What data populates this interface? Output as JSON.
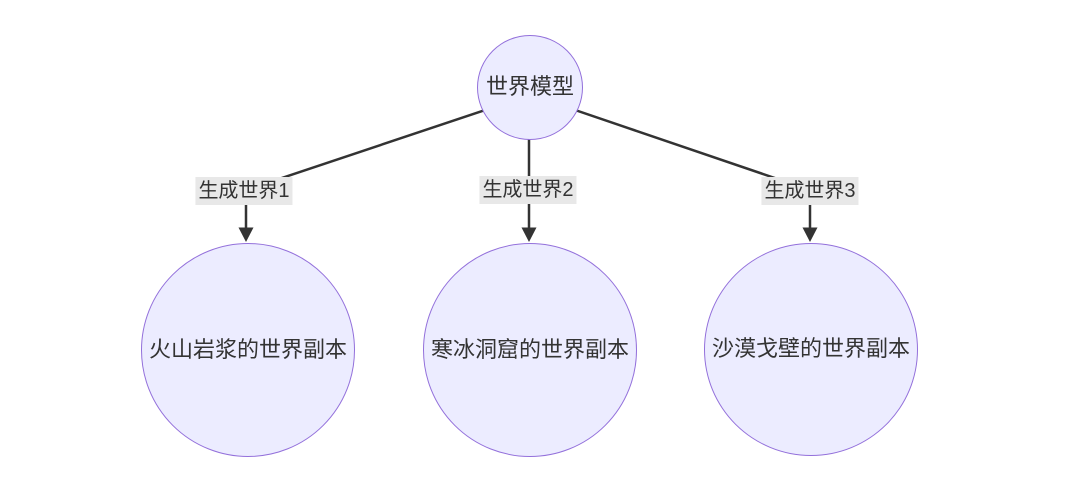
{
  "diagram": {
    "type": "flowchart-top-down",
    "background": "#ffffff",
    "colors": {
      "node_fill": "#ECECFF",
      "node_border": "#9370DB",
      "edge_line": "#333333",
      "edge_label_bg": "#e8e8e8",
      "text": "#333333"
    },
    "root": {
      "label": "世界模型"
    },
    "edges": [
      {
        "label": "生成世界1",
        "from": "世界模型",
        "to": "火山岩浆的世界副本"
      },
      {
        "label": "生成世界2",
        "from": "世界模型",
        "to": "寒冰洞窟的世界副本"
      },
      {
        "label": "生成世界3",
        "from": "世界模型",
        "to": "沙漠戈壁的世界副本"
      }
    ],
    "worlds": [
      {
        "label": "火山岩浆的世界副本"
      },
      {
        "label": "寒冰洞窟的世界副本"
      },
      {
        "label": "沙漠戈壁的世界副本"
      }
    ]
  }
}
